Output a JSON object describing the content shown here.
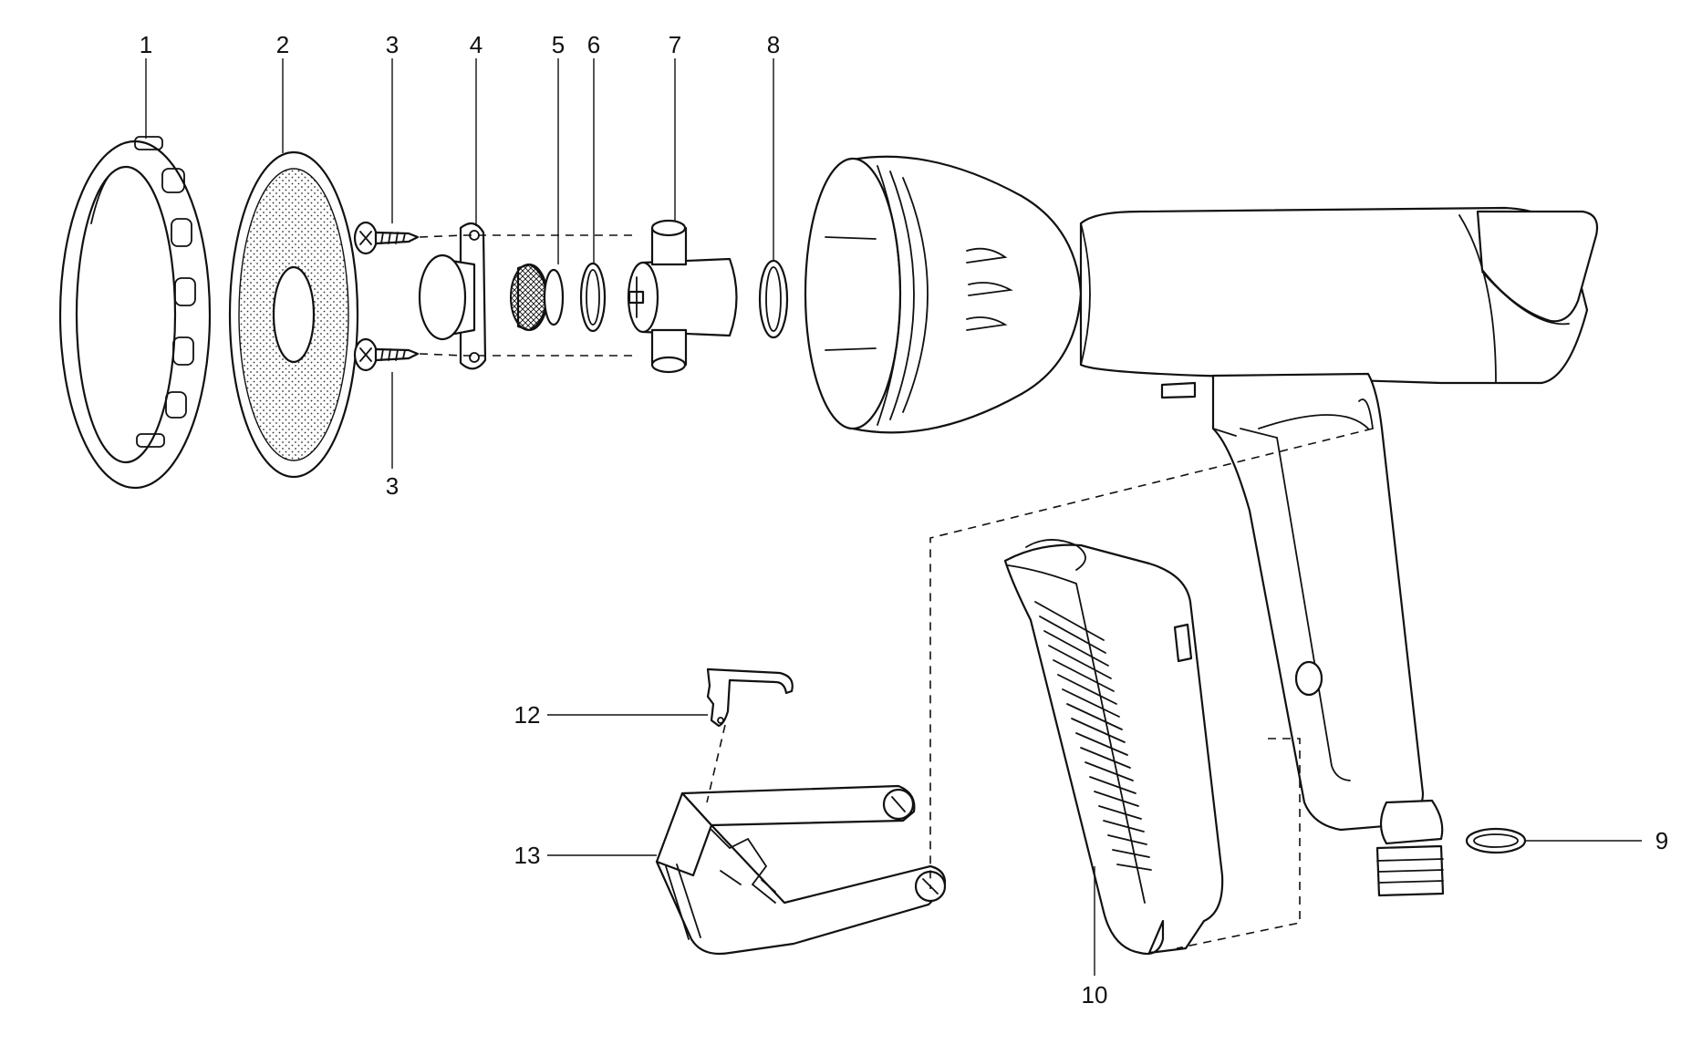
{
  "callouts": {
    "c1": "1",
    "c2": "2",
    "c3a": "3",
    "c3b": "3",
    "c4": "4",
    "c5": "5",
    "c6": "6",
    "c7": "7",
    "c8": "8",
    "c9": "9",
    "c10": "10",
    "c12": "12",
    "c13": "13"
  },
  "colors": {
    "line": "#111111",
    "background": "#ffffff"
  }
}
